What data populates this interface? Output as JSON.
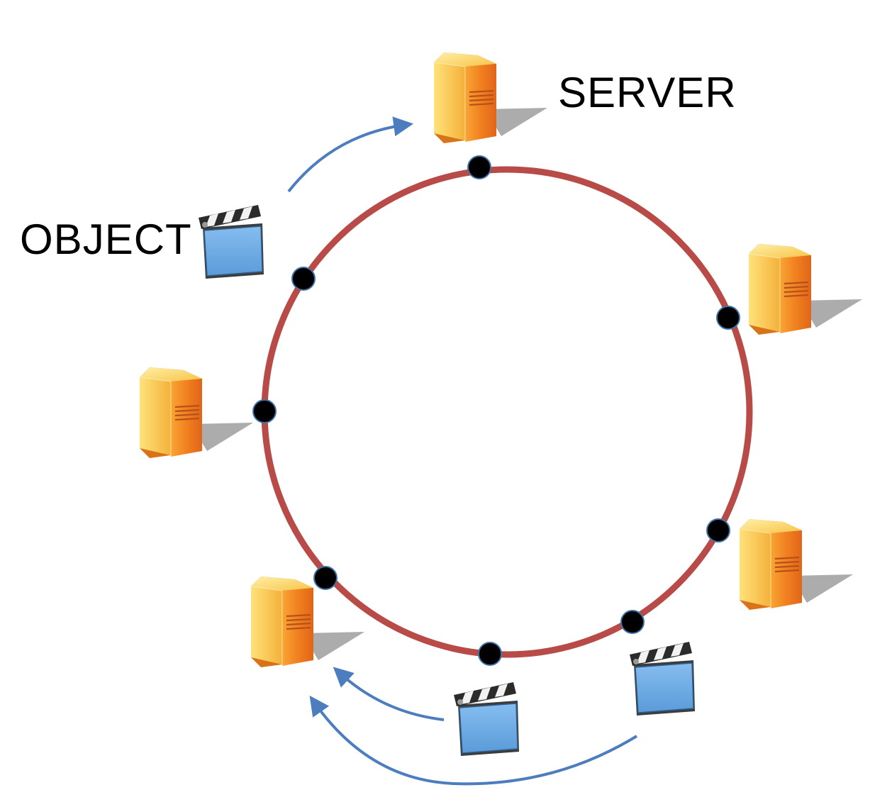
{
  "labels": {
    "server": "SERVER",
    "object": "OBJECT"
  },
  "colors": {
    "ring": "#b84b48",
    "node": "#000000",
    "node_outline": "#3f74a8",
    "arrow": "#4c7dbf",
    "server_body": "#f08a20",
    "server_top": "#ffd35a",
    "clapper_board": "#6aa9e2",
    "shadow": "#9e9e9e"
  },
  "icons": {
    "server": "server-tower-icon",
    "object": "clapperboard-icon"
  },
  "diagram": {
    "ring_nodes": 8,
    "servers": 5,
    "objects": 3,
    "arrows": 3
  }
}
